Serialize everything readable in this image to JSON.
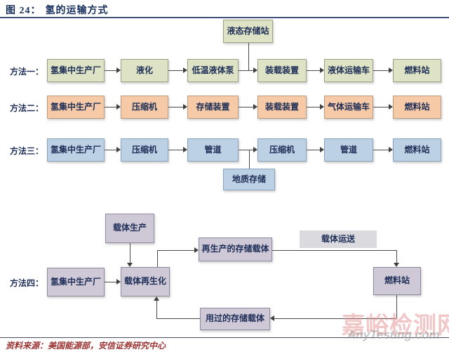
{
  "header": {
    "figure_label": "图 24：",
    "title": "氢的运输方式"
  },
  "methods": {
    "m1": {
      "label": "方法一：",
      "boxes": [
        "氢集中生产厂",
        "液化",
        "低温液体泵",
        "装载装置",
        "液体运输车",
        "燃料站"
      ],
      "branch": "液态存储站"
    },
    "m2": {
      "label": "方法二：",
      "boxes": [
        "氢集中生产厂",
        "压缩机",
        "存储装置",
        "装载装置",
        "气体运输车",
        "燃料站"
      ]
    },
    "m3": {
      "label": "方法三：",
      "boxes": [
        "氢集中生产厂",
        "压缩机",
        "管道",
        "压缩机",
        "管道",
        "燃料站"
      ],
      "branch": "地质存储"
    },
    "m4": {
      "label": "方法四：",
      "plant": "氢集中生产厂",
      "regeneration": "载体再生化",
      "carrier_production": "载体生产",
      "regenerated_carrier": "再生产的存储载体",
      "carrier_transport": "载体运送",
      "fuel_station": "燃料站",
      "used_carrier": "用过的存储载体"
    }
  },
  "footer": {
    "source": "资料来源：美国能源部，安信证券研究中心"
  },
  "watermark": {
    "cn": "嘉峪检测网",
    "en": "AnyTesting.com"
  },
  "colors": {
    "method1_box": "#dde3c4",
    "method2_box": "#f6caa7",
    "method3_box": "#bdd1e5",
    "method4_box": "#cfc9d7",
    "transport_label_bg": "#dbdbdf",
    "title_text": "#17305c",
    "source_text": "#9b3332",
    "connector": "#4a4a4a"
  }
}
